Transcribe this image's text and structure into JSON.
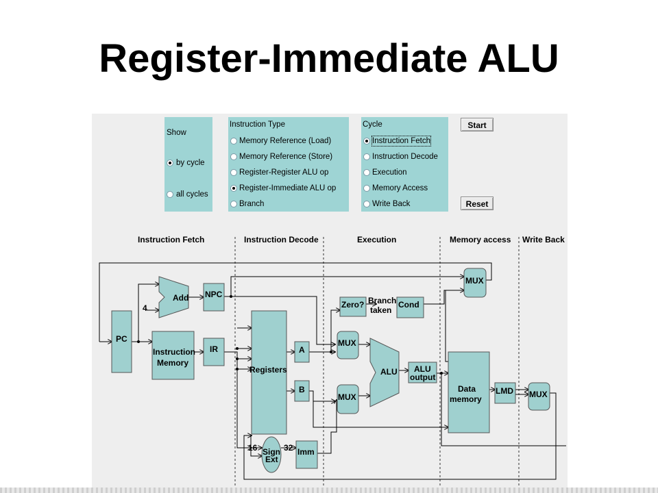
{
  "slide": {
    "title": "Register-Immediate ALU"
  },
  "show": {
    "heading": "Show",
    "options": [
      {
        "label": "by cycle",
        "selected": true
      },
      {
        "label": "all cycles",
        "selected": false
      }
    ]
  },
  "instruction_type": {
    "heading": "Instruction Type",
    "options": [
      {
        "label": "Memory Reference (Load)",
        "selected": false
      },
      {
        "label": "Memory Reference (Store)",
        "selected": false
      },
      {
        "label": "Register-Register ALU op",
        "selected": false
      },
      {
        "label": "Register-Immediate ALU op",
        "selected": true
      },
      {
        "label": "Branch",
        "selected": false
      }
    ]
  },
  "cycle": {
    "heading": "Cycle",
    "options": [
      {
        "label": "Instruction Fetch",
        "selected": true
      },
      {
        "label": "Instruction Decode",
        "selected": false
      },
      {
        "label": "Execution",
        "selected": false
      },
      {
        "label": "Memory Access",
        "selected": false
      },
      {
        "label": "Write Back",
        "selected": false
      }
    ]
  },
  "buttons": {
    "start": "Start",
    "reset": "Reset"
  },
  "stages": [
    "Instruction Fetch",
    "Instruction Decode",
    "Execution",
    "Memory access",
    "Write Back"
  ],
  "blocks": {
    "add": "Add",
    "npc": "NPC",
    "pc": "PC",
    "instr_mem": [
      "Instruction",
      "Memory"
    ],
    "ir": "IR",
    "registers": "Registers",
    "a": "A",
    "b": "B",
    "zero": "Zero?",
    "branch_taken": [
      "Branch",
      "taken"
    ],
    "cond": "Cond",
    "mux": "MUX",
    "alu": "ALU",
    "alu_output": [
      "ALU",
      "output"
    ],
    "data_mem": [
      "Data",
      "memory"
    ],
    "lmd": "LMD",
    "sign_ext": [
      "Sign",
      "Ext"
    ],
    "imm": "Imm",
    "const_4": "4",
    "bits_16": "16",
    "bits_32": "32"
  },
  "colors": {
    "panel": "#9ed4d4",
    "block": "#9fd0cf",
    "background": "#eeeeee"
  }
}
